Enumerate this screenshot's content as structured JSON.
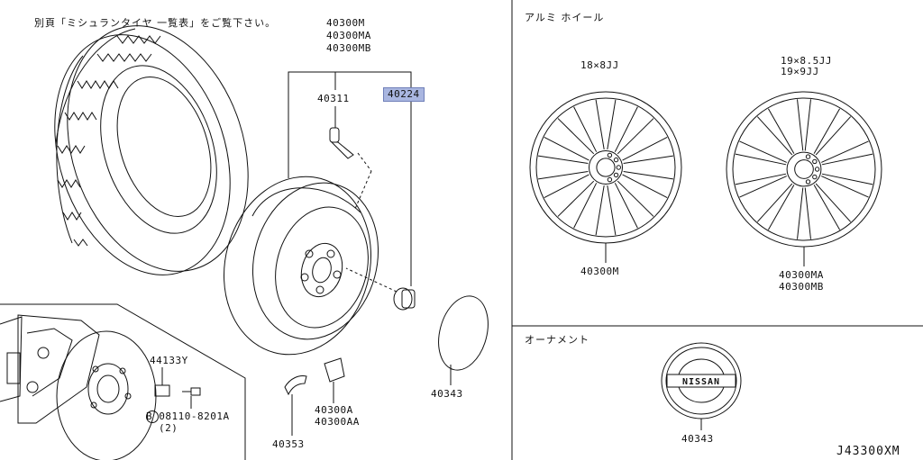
{
  "notes": {
    "tire_reference": "別頁「ミシュランタイヤ 一覧表」をご覧下さい。",
    "alloy_wheel_heading": "アルミ ホイール",
    "ornament_heading": "オーナメント",
    "diagram_id": "J43300XM"
  },
  "parts": {
    "p40300M": "40300M",
    "p40300MA": "40300MA",
    "p40300MB": "40300MB",
    "p40311": "40311",
    "p40224": "40224",
    "p40343_cap": "40343",
    "p40300A": "40300A",
    "p40300AA": "40300AA",
    "p40353": "40353",
    "p44133Y": "44133Y",
    "bolt_ref": "B 08110-8201A",
    "bolt_qty": "(2)",
    "wheel_18_size": "18×8JJ",
    "wheel_19_size_a": "19×8.5JJ",
    "wheel_19_size_b": "19×9JJ",
    "wheel_18_part": "40300M",
    "wheel_19_part_a": "40300MA",
    "wheel_19_part_b": "40300MB",
    "ornament_part": "40343",
    "ornament_brand": "NISSAN"
  },
  "colors": {
    "highlight": "#a9b6e0",
    "line": "#111111"
  }
}
